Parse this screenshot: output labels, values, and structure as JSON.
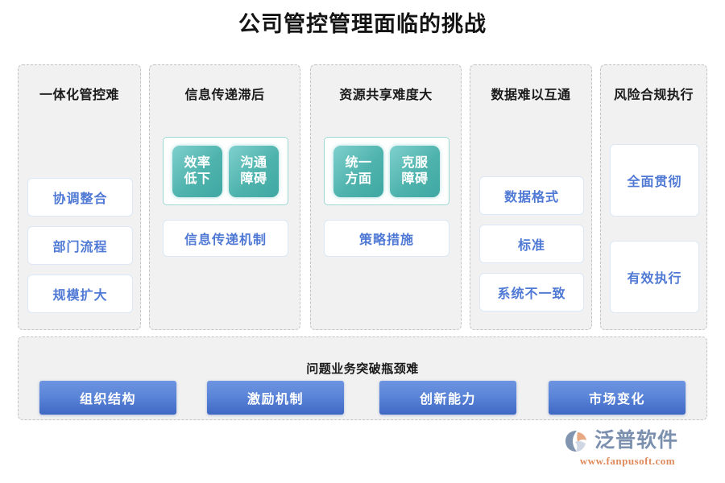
{
  "title": "公司管控管理面临的挑战",
  "colors": {
    "panel_bg": "#f1f1f1",
    "panel_border": "#c3c3c3",
    "blue_text": "#4f79d4",
    "teal": "#4fb3ad",
    "bottom_box_blue": "#5b85d8",
    "logo_gray": "#7b8fae",
    "logo_orange": "#e08a5c"
  },
  "columns": [
    {
      "title": "一体化管控难",
      "cards": [
        "协调整合",
        "部门流程",
        "规模扩大"
      ]
    },
    {
      "title": "信息传递滞后",
      "teal_boxes": [
        {
          "line1": "效率",
          "line2": "低下"
        },
        {
          "line1": "沟通",
          "line2": "障碍"
        }
      ],
      "under_card": "信息传递机制"
    },
    {
      "title": "资源共享难度大",
      "teal_boxes": [
        {
          "line1": "统一",
          "line2": "方面"
        },
        {
          "line1": "克服",
          "line2": "障碍"
        }
      ],
      "under_card": "策略措施"
    },
    {
      "title": "数据难以互通",
      "cards": [
        "数据格式",
        "标准",
        "系统不一致"
      ]
    },
    {
      "title": "风险合规执行",
      "cards": [
        "全面贯彻",
        "有效执行"
      ]
    }
  ],
  "bottom": {
    "title": "问题业务突破瓶颈难",
    "boxes": [
      "组织结构",
      "激励机制",
      "创新能力",
      "市场变化"
    ]
  },
  "logo": {
    "name": "泛普软件",
    "url": "www.fanpusoft.com"
  }
}
